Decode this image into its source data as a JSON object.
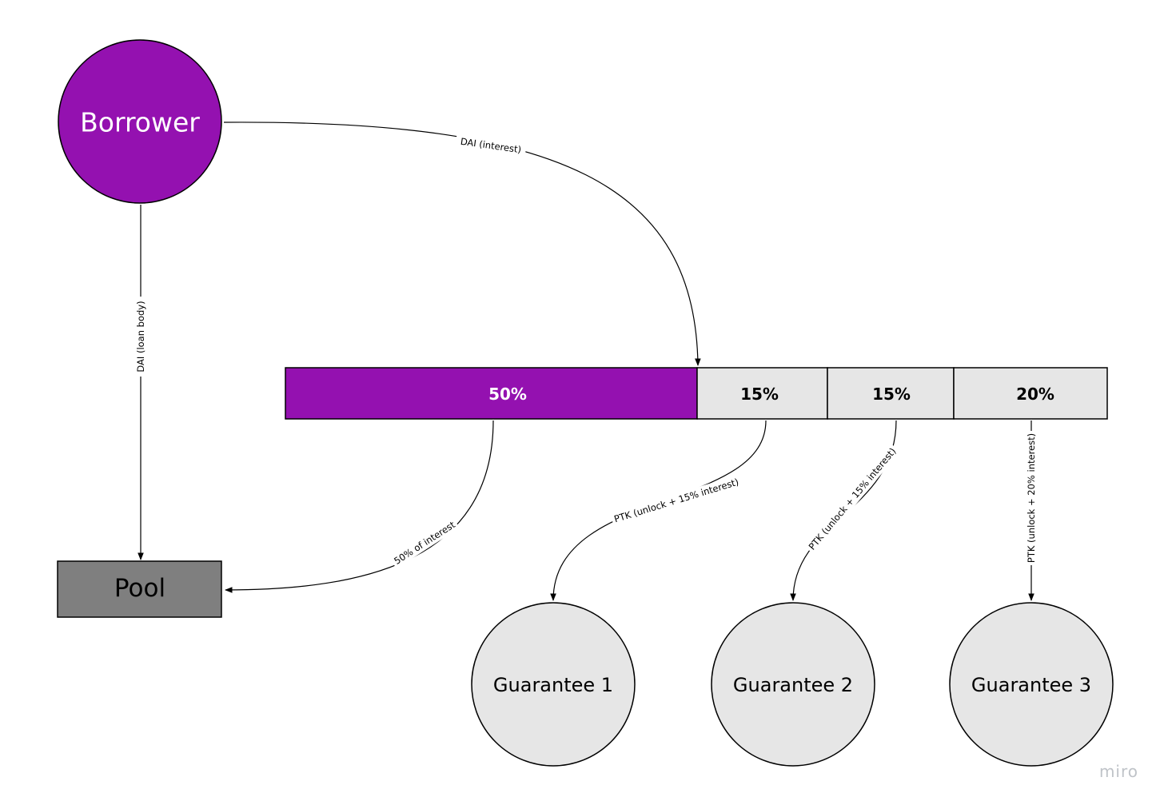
{
  "nodes": {
    "borrower": "Borrower",
    "pool": "Pool",
    "guarantee_1": "Guarantee 1",
    "guarantee_2": "Guarantee 2",
    "guarantee_3": "Guarantee 3"
  },
  "split_bar": [
    {
      "label": "50%",
      "share": 0.5
    },
    {
      "label": "15%",
      "share": 0.15
    },
    {
      "label": "15%",
      "share": 0.15
    },
    {
      "label": "20%",
      "share": 0.2
    }
  ],
  "edges": {
    "dai_interest": "DAI (interest)",
    "dai_loan_body": "DAI (loan body)",
    "fifty_of_interest": "50% of interest",
    "ptk_g1": "PTK (unlock + 15% interest)",
    "ptk_g2": "PTK (unlock + 15% interest)",
    "ptk_g3": "PTK (unlock + 20% interest)"
  },
  "watermark": "miro",
  "colors": {
    "purple": "#9411b0",
    "light_gray": "#e6e6e6",
    "pool_gray": "#7f7f7f"
  }
}
